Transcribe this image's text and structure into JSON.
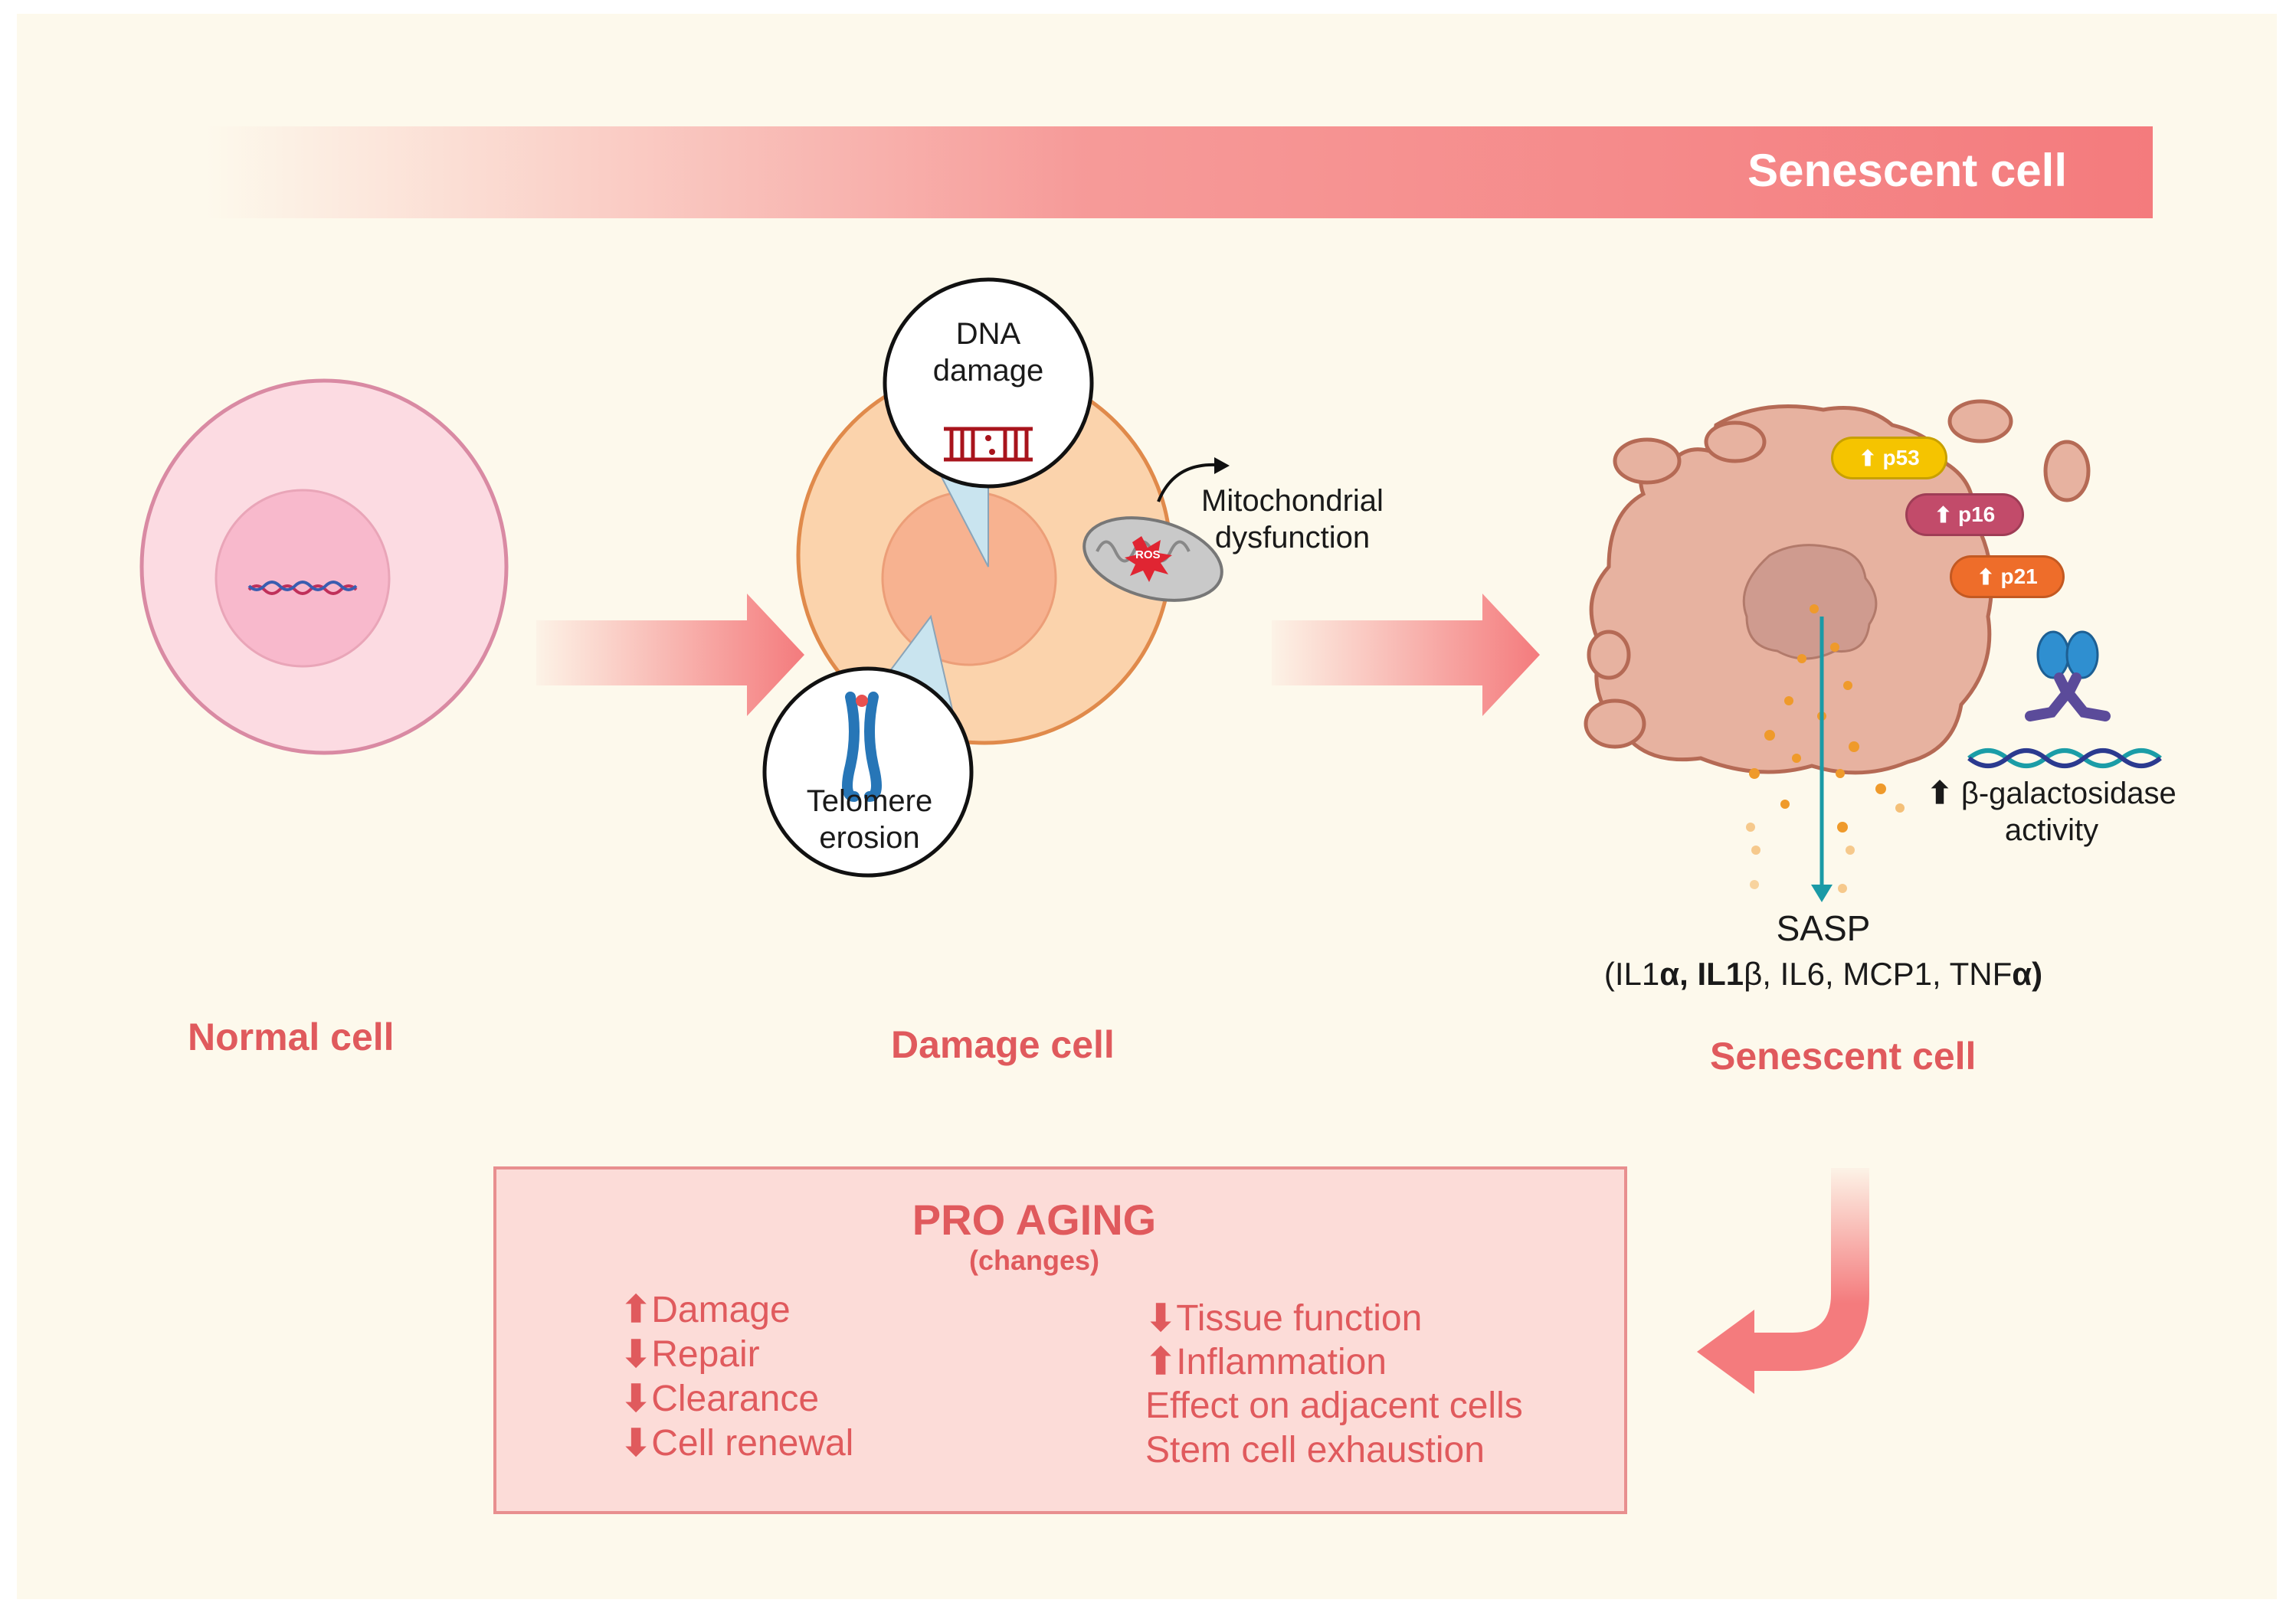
{
  "colors": {
    "background": "#fdf9ec",
    "accent": "#f47b7d",
    "label_red": "#e05a5d",
    "normal_cell": "#fcdbe2",
    "damage_cell": "#fbd3ac",
    "senescent_cell": "#e7b2a0",
    "p53": "#f5c400",
    "p16": "#c24b6a",
    "p21": "#ee6d2a",
    "sasp_arrow": "#1a9aa6",
    "pro_aging_box": "#fcdcd8"
  },
  "banner": {
    "label": "Senescent cell"
  },
  "stages": {
    "normal": {
      "label": "Normal cell"
    },
    "damage": {
      "label": "Damage cell"
    },
    "senescent": {
      "label": "Senescent cell"
    }
  },
  "damage_callouts": {
    "dna": {
      "line1": "DNA",
      "line2": "damage",
      "icon": "dna-ladder-icon"
    },
    "telomere": {
      "line1": "Telomere",
      "line2": "erosion",
      "icon": "chromosome-icon"
    },
    "mitochondria": {
      "line1": "Mitochondrial",
      "line2": "dysfunction",
      "icon": "mitochondria-icon",
      "badge": "ROS"
    }
  },
  "markers": [
    {
      "arrow": "⬆",
      "label": "p53"
    },
    {
      "arrow": "⬆",
      "label": "p16"
    },
    {
      "arrow": "⬆",
      "label": "p21"
    }
  ],
  "beta_gal": {
    "arrow": "⬆",
    "line1": "β-galactosidase",
    "line2": "activity",
    "icon": "enzyme-icon"
  },
  "sasp": {
    "title": "SASP",
    "open": "(IL1",
    "alpha_bold": "α, IL1",
    "beta": "β, IL6, MCP1, TNF",
    "alpha2_bold": "α)"
  },
  "pro_aging": {
    "title": "PRO AGING",
    "subtitle": "(changes)",
    "left": [
      {
        "arrow": "⬆",
        "text": "Damage"
      },
      {
        "arrow": "⬇",
        "text": "Repair"
      },
      {
        "arrow": "⬇",
        "text": "Clearance"
      },
      {
        "arrow": "⬇",
        "text": "Cell renewal"
      }
    ],
    "right": [
      {
        "arrow": "⬇",
        "text": "Tissue function"
      },
      {
        "arrow": "⬆",
        "text": "Inflammation"
      },
      {
        "arrow": "",
        "text": "Effect on adjacent cells"
      },
      {
        "arrow": "",
        "text": "Stem cell exhaustion"
      }
    ]
  }
}
